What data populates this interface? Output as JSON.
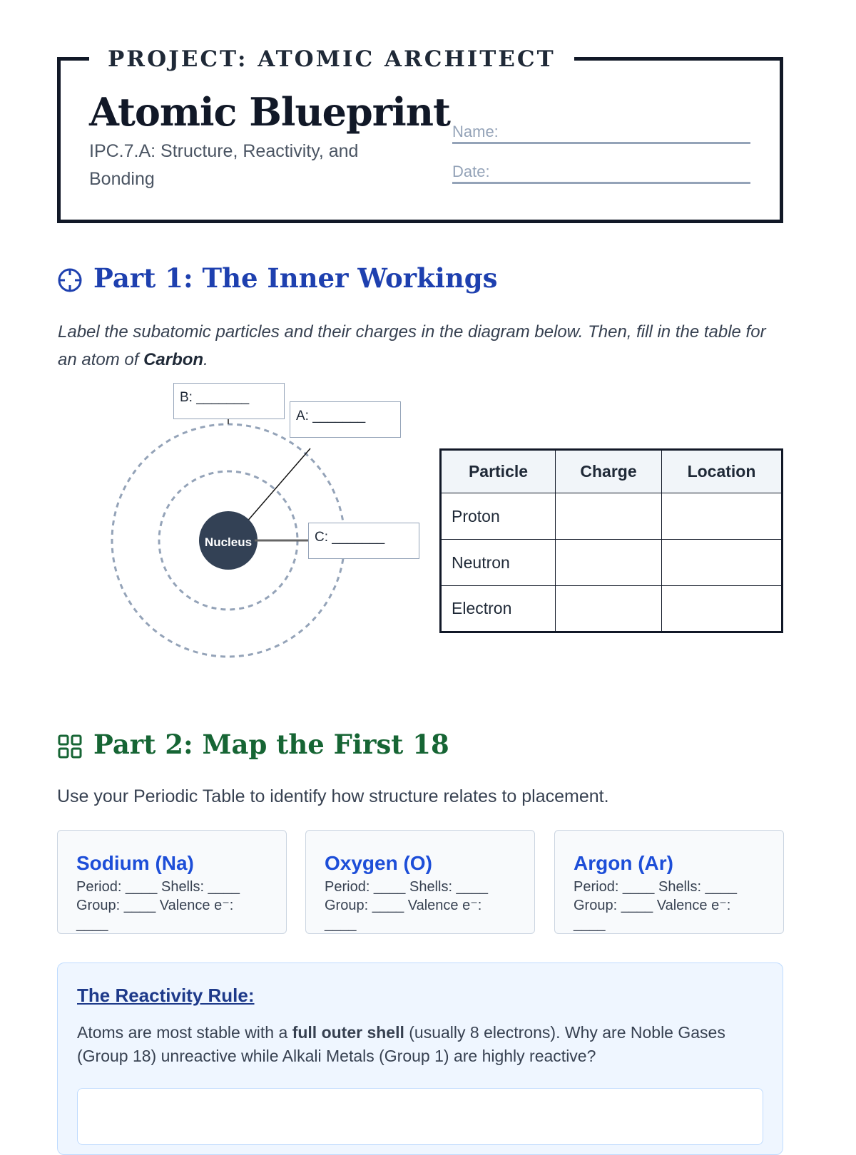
{
  "header": {
    "project": "PROJECT: ATOMIC ARCHITECT",
    "title": "Atomic Blueprint",
    "subtitle": "IPC.7.A: Structure, Reactivity, and Bonding",
    "name_label": "Name:",
    "date_label": "Date:"
  },
  "part1": {
    "heading": "Part 1: The Inner Workings",
    "instr_pre": "Label the subatomic particles and their charges in the diagram below. Then, fill in the table for an atom of ",
    "instr_bold": "Carbon",
    "instr_post": ".",
    "diagram": {
      "nucleus": "Nucleus",
      "label_a": "A: _______",
      "label_b": "B: _______",
      "label_c": "C: _______"
    },
    "table": {
      "headers": [
        "Particle",
        "Charge",
        "Location"
      ],
      "rows": [
        [
          "Proton",
          "",
          ""
        ],
        [
          "Neutron",
          "",
          ""
        ],
        [
          "Electron",
          "",
          ""
        ]
      ]
    }
  },
  "part2": {
    "heading": "Part 2: Map the First 18",
    "instr": "Use your Periodic Table to identify how structure relates to placement.",
    "cards": [
      {
        "name": "Sodium (Na)",
        "line1": "Period: ____ Shells: ____",
        "line2": "Group: ____ Valence e⁻: ____"
      },
      {
        "name": "Oxygen (O)",
        "line1": "Period: ____ Shells: ____",
        "line2": "Group: ____ Valence e⁻: ____"
      },
      {
        "name": "Argon (Ar)",
        "line1": "Period: ____ Shells: ____",
        "line2": "Group: ____ Valence e⁻: ____"
      }
    ]
  },
  "reactivity": {
    "title": "The Reactivity Rule:",
    "pre": "Atoms are most stable with a ",
    "bold": "full outer shell",
    "post": " (usually 8 electrons). Why are Noble Gases (Group 18) unreactive while Alkali Metals (Group 1) are highly reactive?",
    "answer": ""
  },
  "colors": {
    "part1": "#1e40af",
    "part2": "#166534",
    "card_title": "#1d4ed8"
  }
}
